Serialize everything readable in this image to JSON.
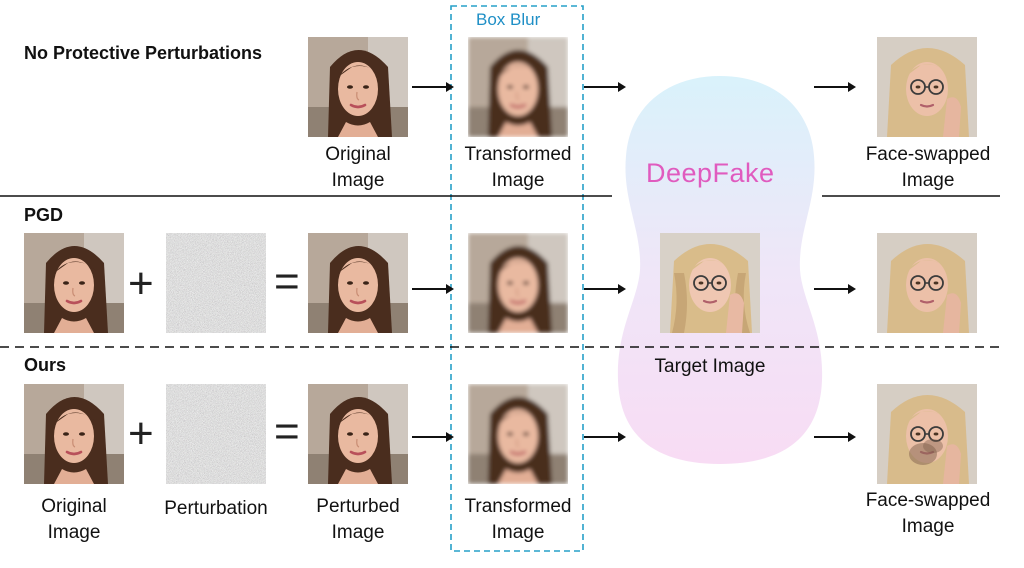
{
  "rows": {
    "row1_title": "No Protective Perturbations",
    "row2_title": "PGD",
    "row3_title": "Ours"
  },
  "transform_box": {
    "label": "Box Blur",
    "color": "#26a0c8"
  },
  "deepfake": {
    "label": "DeepFake",
    "color": "#e05bbf"
  },
  "captions": {
    "original_line1": "Original",
    "original_line2": "Image",
    "transformed_line1": "Transformed",
    "transformed_line2": "Image",
    "faceswap_line1": "Face-swapped",
    "faceswap_line2": "Image",
    "target": "Target Image",
    "perturbation": "Perturbation",
    "perturbed_line1": "Perturbed",
    "perturbed_line2": "Image"
  },
  "operators": {
    "plus": "+",
    "equals": "="
  },
  "icons": {
    "source_face": "brunette-woman-face-icon",
    "target_face": "blonde-woman-glasses-face-icon",
    "noise": "noise-pattern-icon",
    "arrow": "arrow-right-icon"
  }
}
